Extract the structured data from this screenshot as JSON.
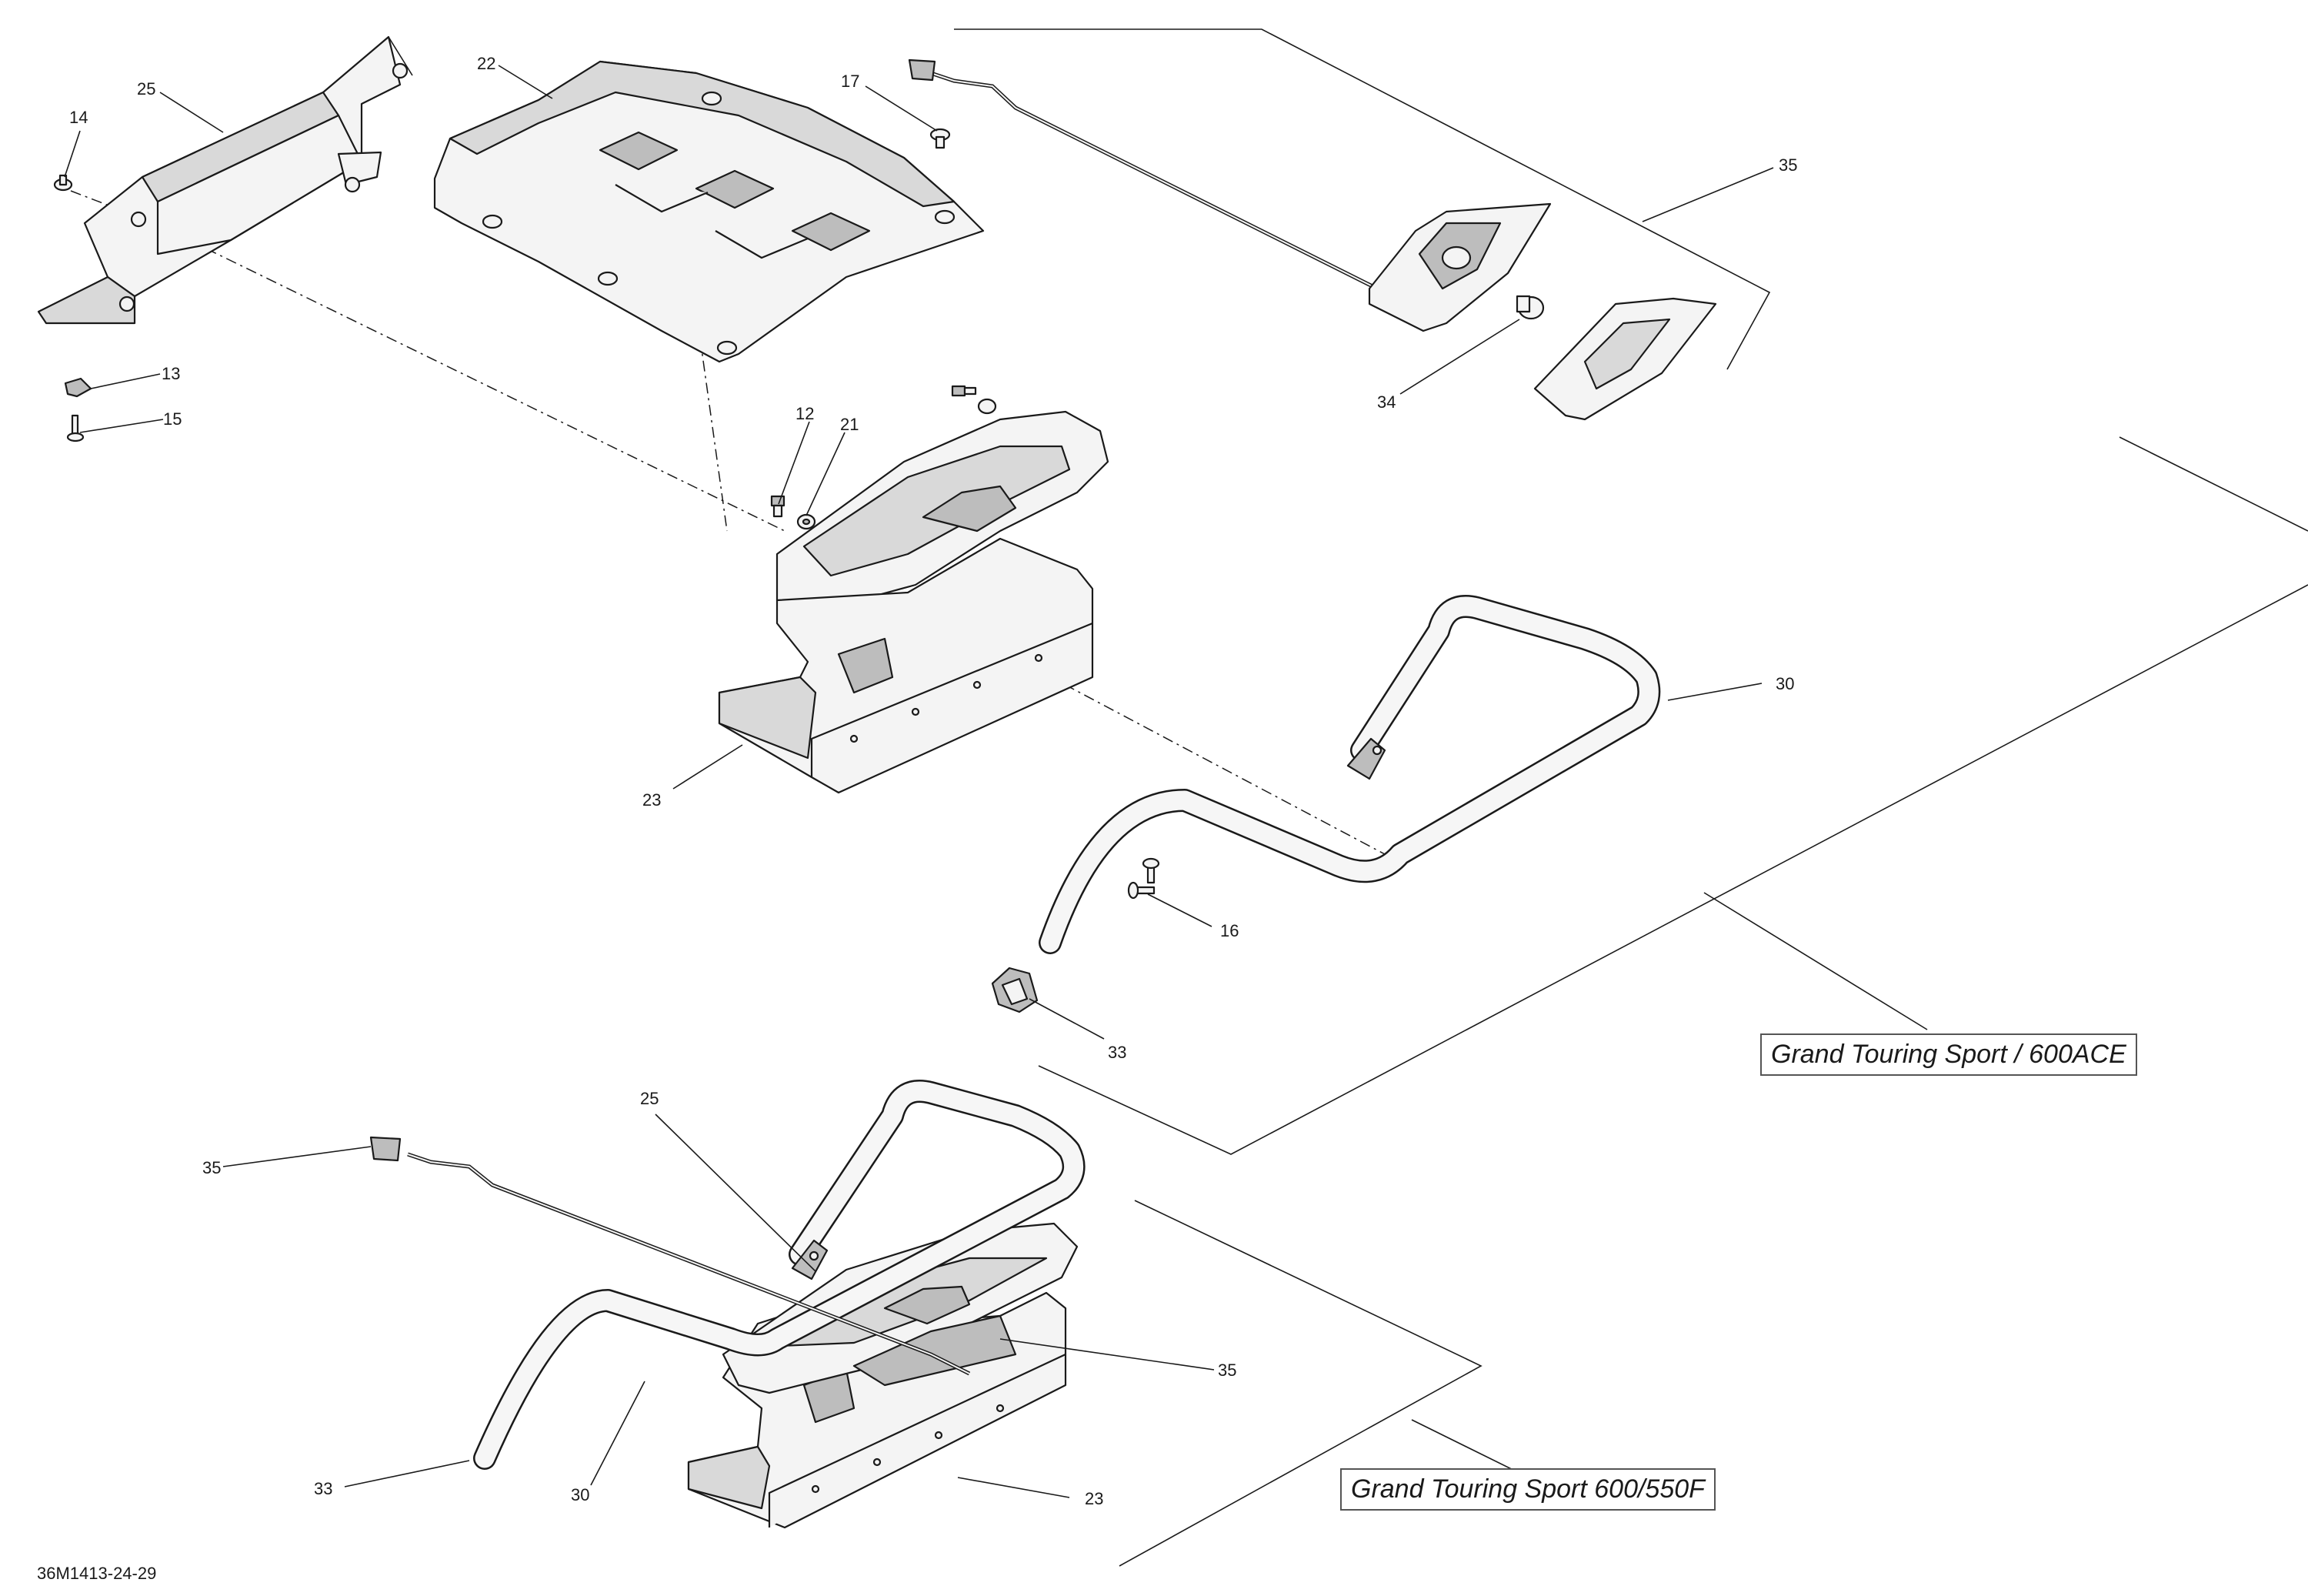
{
  "callouts": {
    "c25_top": "25",
    "c22": "22",
    "c17": "17",
    "c14": "14",
    "c35_top": "35",
    "c13": "13",
    "c15": "15",
    "c12": "12",
    "c21": "21",
    "c34": "34",
    "c30_top": "30",
    "c23_top": "23",
    "c16": "16",
    "c33_top": "33",
    "c35_left": "35",
    "c25_bottom": "25",
    "c35_right": "35",
    "c33_bottom": "33",
    "c30_bottom": "30",
    "c23_bottom": "23"
  },
  "model_labels": {
    "upper": "Grand Touring Sport / 600ACE",
    "lower": "Grand Touring Sport 600/550F"
  },
  "figure_id": "36M1413-24-29"
}
